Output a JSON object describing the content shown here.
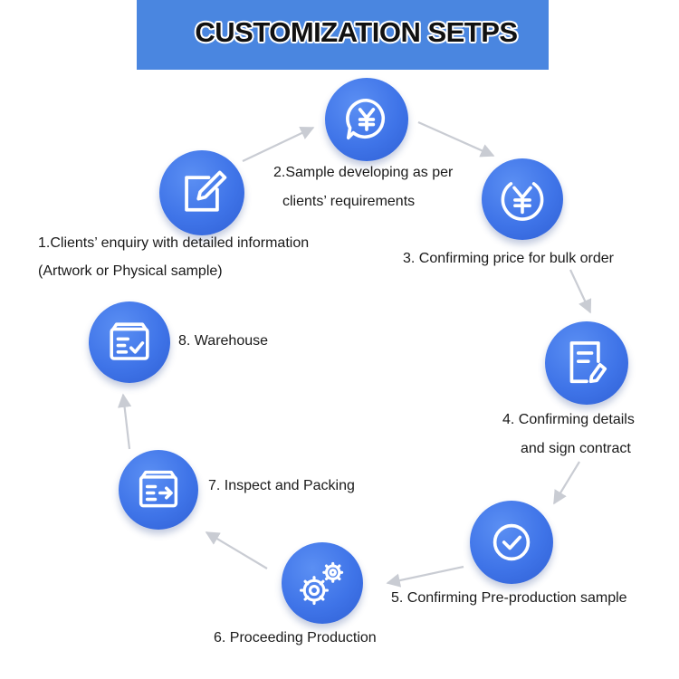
{
  "header": {
    "title": "CUSTOMIZATION SETPS"
  },
  "colors": {
    "banner": "#4a86e0",
    "circle": "#3f74e8",
    "arrow": "#c9ccd3"
  },
  "steps": [
    {
      "icon": "edit-icon",
      "lines": [
        "1.Clients’ enquiry with detailed information",
        "(Artwork or Physical sample)"
      ]
    },
    {
      "icon": "yuan-chat-icon",
      "lines": [
        "2.Sample developing as per",
        "clients’ requirements"
      ]
    },
    {
      "icon": "yuan-coin-icon",
      "lines": [
        "3. Confirming price for bulk order"
      ]
    },
    {
      "icon": "contract-icon",
      "lines": [
        "4. Confirming details",
        "and sign contract"
      ]
    },
    {
      "icon": "check-circle-icon",
      "lines": [
        "5. Confirming Pre-production sample"
      ]
    },
    {
      "icon": "gears-icon",
      "lines": [
        "6. Proceeding Production"
      ]
    },
    {
      "icon": "box-arrow-icon",
      "lines": [
        "7. Inspect and Packing"
      ]
    },
    {
      "icon": "box-check-icon",
      "lines": [
        "8. Warehouse"
      ]
    }
  ]
}
